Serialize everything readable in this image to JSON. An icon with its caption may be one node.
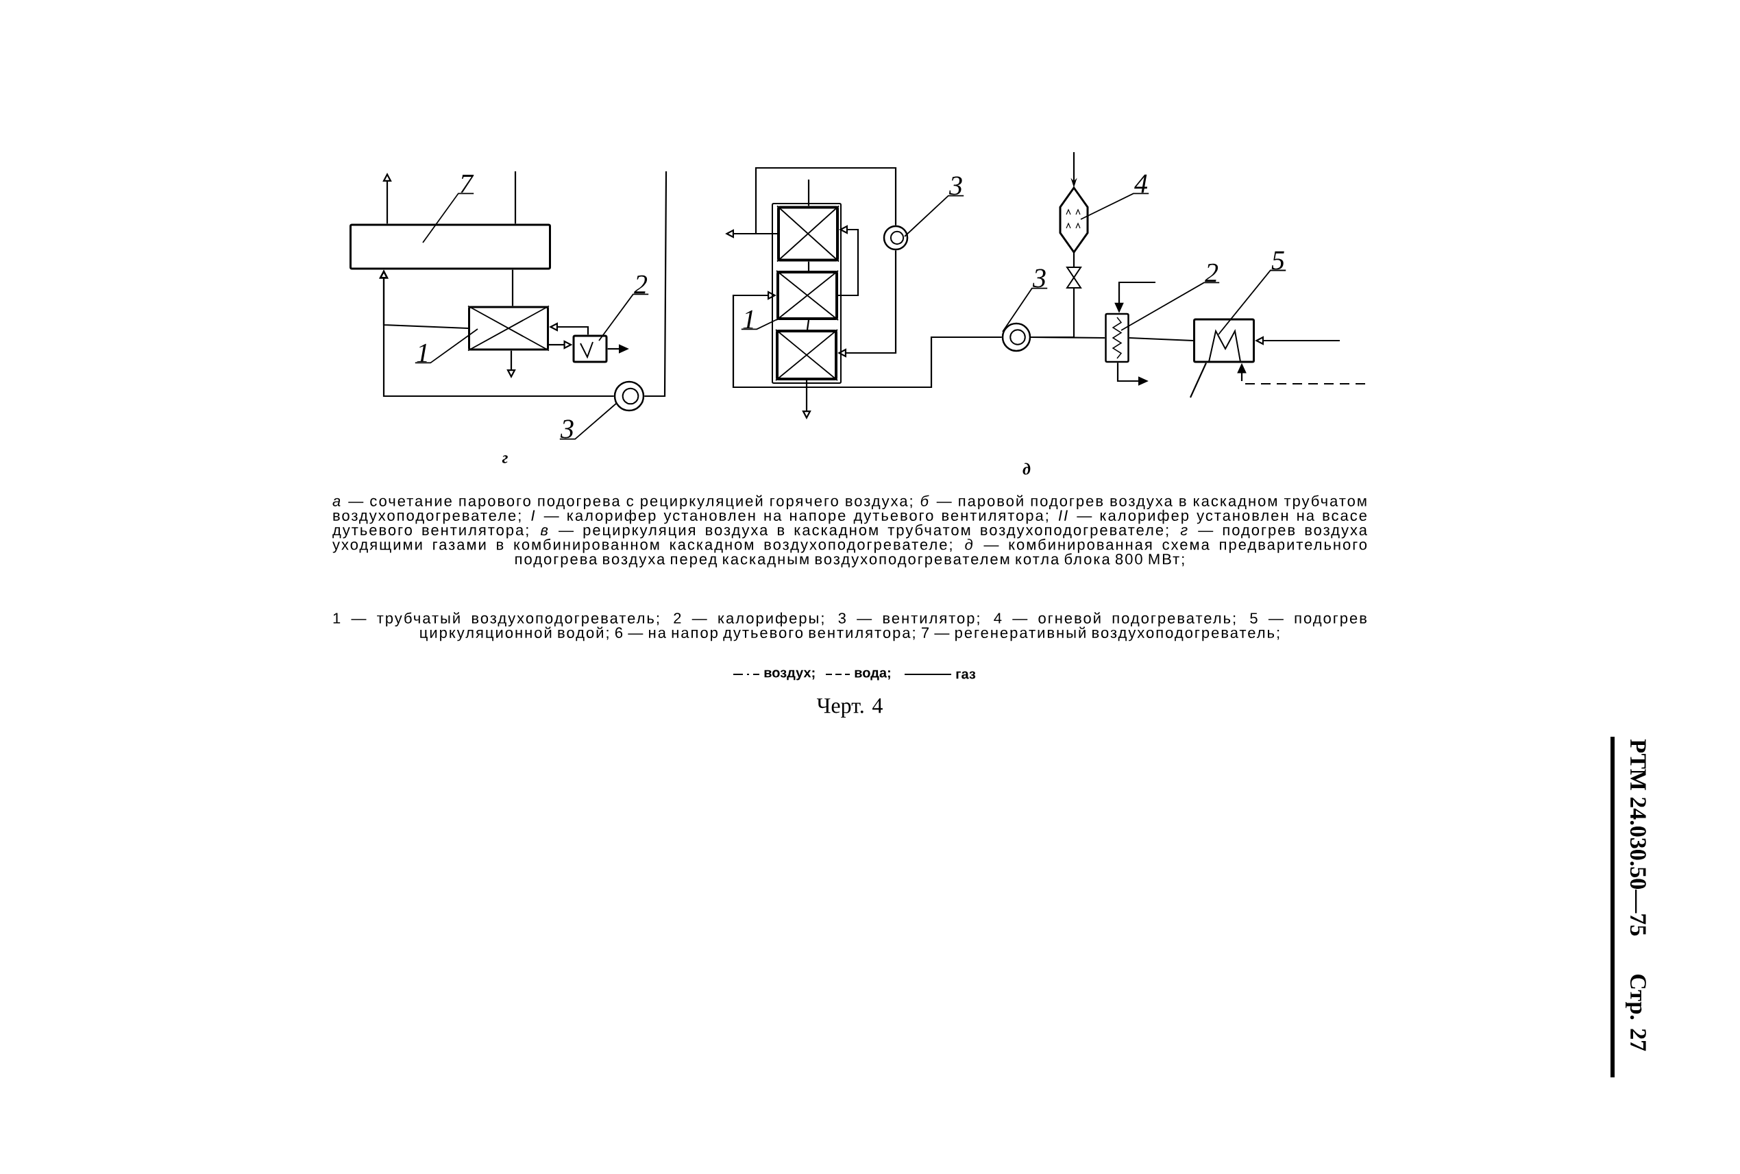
{
  "diagram": {
    "caption": "Черт. 4",
    "nodes": [
      {
        "text": [
          "7"
        ]
      },
      {
        "text": [],
        "shape": "box"
      },
      {
        "text": [
          "1"
        ]
      },
      {
        "text": [],
        "shape": "box"
      },
      {
        "text": [
          "2"
        ]
      },
      {
        "text": [],
        "shape": "box"
      },
      {
        "text": [
          "3"
        ]
      },
      {
        "text": [],
        "shape": "circle"
      },
      {
        "text": [
          "3"
        ]
      },
      {
        "text": [],
        "shape": "circle"
      },
      {
        "text": [
          "1"
        ]
      },
      {
        "text": [],
        "shape": "box"
      },
      {
        "text": [],
        "shape": "box",
        "in": 11
      },
      {
        "text": [],
        "shape": "box",
        "in": 11
      },
      {
        "text": [],
        "shape": "box",
        "in": 11
      },
      {
        "text": [
          "4"
        ]
      },
      {
        "text": [],
        "shape": "hexagon"
      },
      {
        "text": [
          "3"
        ]
      },
      {
        "text": [],
        "shape": "circle"
      },
      {
        "text": [
          "2"
        ]
      },
      {
        "text": [],
        "shape": "box"
      },
      {
        "text": [
          "5"
        ]
      },
      {
        "text": [],
        "shape": "box"
      }
    ],
    "edges": [
      {
        "from": null,
        "to": 1,
        "arrow": "none"
      },
      {
        "from": 1,
        "to": 3,
        "arrow": "none"
      },
      {
        "from": 3,
        "to": null,
        "arrow": "to"
      },
      {
        "from": 5,
        "to": 3,
        "arrow": "to"
      },
      {
        "from": 3,
        "to": 5,
        "arrow": "to"
      },
      {
        "from": 5,
        "to": null,
        "arrow": "to"
      },
      {
        "from": 1,
        "to": null,
        "arrow": "to"
      },
      {
        "from": 7,
        "to": 1,
        "arrow": "to"
      },
      {
        "from": 3,
        "to": 1,
        "arrow": "to"
      },
      {
        "from": null,
        "to": 7,
        "arrow": "none"
      },
      {
        "from": 0,
        "to": 1,
        "arrow": "none"
      },
      {
        "from": 2,
        "to": 3,
        "arrow": "none"
      },
      {
        "from": 4,
        "to": 5,
        "arrow": "none"
      },
      {
        "from": 6,
        "to": 7,
        "arrow": "none"
      },
      {
        "from": null,
        "to": 12,
        "arrow": "none"
      },
      {
        "from": 12,
        "to": 13,
        "arrow": "none"
      },
      {
        "from": 13,
        "to": 14,
        "arrow": "none"
      },
      {
        "from": 14,
        "to": null,
        "arrow": "to"
      },
      {
        "from": 12,
        "to": null,
        "arrow": "to"
      },
      {
        "from": 12,
        "to": 9,
        "arrow": "none"
      },
      {
        "from": 9,
        "to": 14,
        "arrow": "to"
      },
      {
        "from": 13,
        "to": 12,
        "arrow": "to"
      },
      {
        "from": 18,
        "to": 13,
        "arrow": "to"
      },
      {
        "from": 8,
        "to": 9,
        "arrow": "none"
      },
      {
        "from": 10,
        "to": 11,
        "arrow": "none"
      },
      {
        "from": null,
        "to": 16,
        "arrow": "to"
      },
      {
        "from": 16,
        "to": 18,
        "arrow": "none"
      },
      {
        "from": 18,
        "to": 20,
        "arrow": "none"
      },
      {
        "from": null,
        "to": 20,
        "arrow": "to"
      },
      {
        "from": 20,
        "to": null,
        "arrow": "to"
      },
      {
        "from": 22,
        "to": 20,
        "arrow": "none"
      },
      {
        "from": null,
        "to": 22,
        "arrow": "to"
      },
      {
        "from": null,
        "to": 22,
        "arrow": "to",
        "style": "dashed"
      },
      {
        "from": 22,
        "to": null,
        "arrow": "none"
      },
      {
        "from": 15,
        "to": 16,
        "arrow": "none"
      },
      {
        "from": 17,
        "to": 18,
        "arrow": "none"
      },
      {
        "from": 19,
        "to": 20,
        "arrow": "none"
      },
      {
        "from": 21,
        "to": 22,
        "arrow": "none"
      }
    ],
    "labels": [
      "г",
      "д",
      "*а* — сочетание парового подогрева с рециркуляцией горячего воздуха; *б* — паровой подогрев воздуха в каскадном трубчатом воздухоподогревателе; *I* — калорифер установлен на напоре дутьевого вентилятора; *II* — калорифер установлен на всасе дутьевого вентилятора; *в* — рециркуляция воздуха в каскадном трубчатом воздухоподогревателе; *г* — подогрев воздуха уходящими газами в комбинированном каскадном воздухоподогревателе; *д* — комбинированная схема предварительного подогрева воздуха перед каскадным воздухоподогревателем котла блока 800 МВт;",
      "1 — трубчатый воздухоподогреватель; 2 — калориферы; 3 — вентилятор; 4 — огневой подогреватель; 5 — подогрев циркуляционной водой; 6 — на напор дутьевого вентилятора; 7 — регенеративный воздухоподогреватель;",
      "РТМ 24.030.50—75",
      "Стр. 27"
    ],
    "legend": [
      {
        "text": "воздух;"
      },
      {
        "text": "вода;"
      },
      {
        "text": "газ"
      }
    ]
  }
}
